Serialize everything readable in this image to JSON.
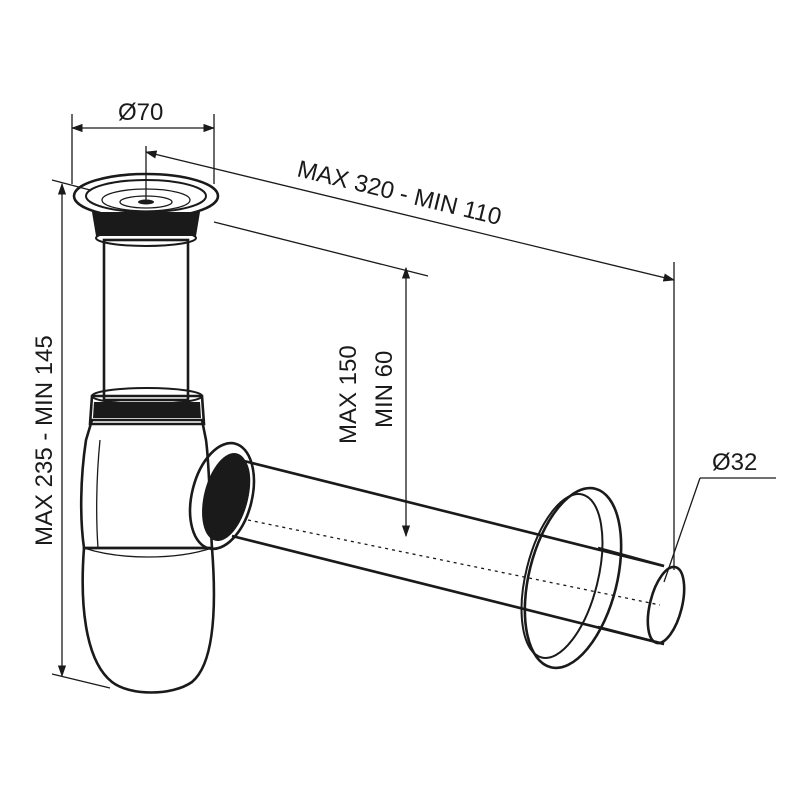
{
  "dimensions": {
    "trap_diameter": "Ø70",
    "horizontal_length": "MAX 320 - MIN 110",
    "outlet_height_max": "MAX 150",
    "outlet_height_min": "MIN 60",
    "total_height": "MAX 235 - MIN 145",
    "pipe_diameter": "Ø32"
  },
  "colors": {
    "line": "#1a1a1a",
    "background": "#ffffff",
    "body_fill": "#ffffff",
    "gasket": "#1a1a1a"
  }
}
